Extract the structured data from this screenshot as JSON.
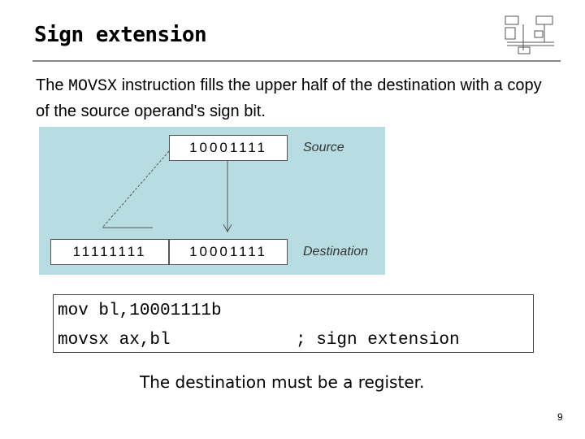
{
  "slide": {
    "title": "Sign extension",
    "intro_pre": "The ",
    "intro_code": "MOVSX",
    "intro_post": " instruction fills the upper half of the destination with a copy of the source operand's sign bit.",
    "diagram": {
      "source_bits": "10001111",
      "source_label": "Source",
      "dest_upper_bits": "11111111",
      "dest_lower_bits": "10001111",
      "dest_label": "Destination"
    },
    "code": {
      "line1": "mov bl,10001111b",
      "line2_instr": "movsx ax,bl",
      "line2_comment": "; sign extension"
    },
    "note": "The destination must be a register.",
    "page_number": "9"
  }
}
